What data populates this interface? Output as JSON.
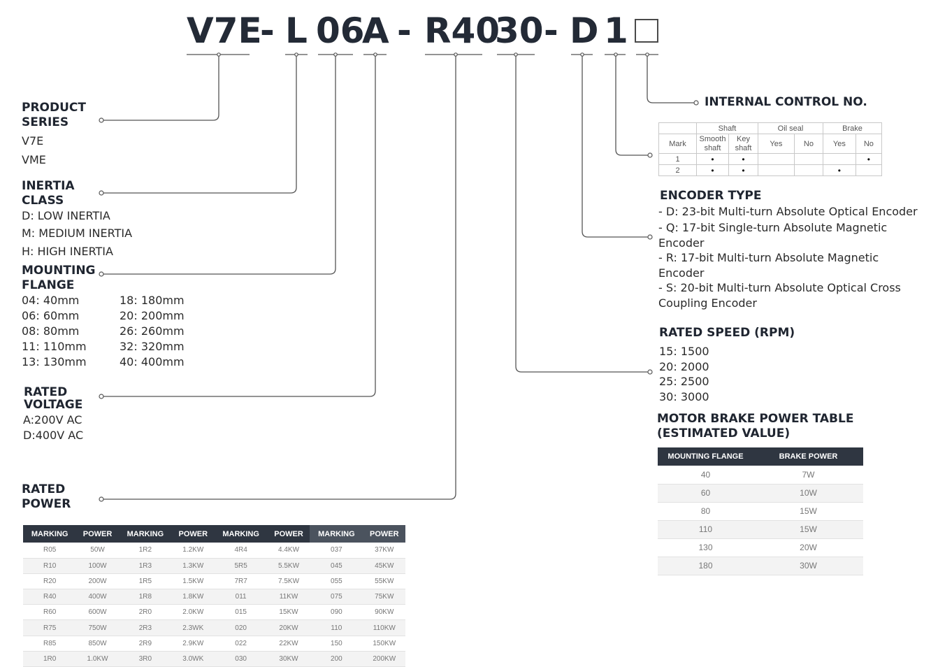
{
  "code": {
    "segments": [
      "V7E",
      "-",
      "L",
      "06",
      "A",
      "-",
      "R40",
      "30",
      "-",
      "D",
      "1"
    ]
  },
  "product_series": {
    "title": [
      "PRODUCT",
      "SERIES"
    ],
    "items": [
      "V7E",
      "VME"
    ]
  },
  "inertia_class": {
    "title": [
      "INERTIA",
      "CLASS"
    ],
    "items": [
      "D:   LOW INERTIA",
      "M:   MEDIUM INERTIA",
      "H:   HIGH INERTIA"
    ]
  },
  "mounting_flange": {
    "title": [
      "MOUNTING",
      "FLANGE"
    ],
    "col1": [
      "04:   40mm",
      "06:   60mm",
      "08:   80mm",
      "11:   110mm",
      "13:   130mm"
    ],
    "col2": [
      "18:   180mm",
      "20:   200mm",
      "26:   260mm",
      "32:   320mm",
      "40:   400mm"
    ]
  },
  "rated_voltage": {
    "title": [
      "RATED",
      "VOLTAGE"
    ],
    "items": [
      "A:200V AC",
      "D:400V AC"
    ]
  },
  "rated_power": {
    "title": [
      "RATED",
      "POWER"
    ],
    "headers": [
      "MARKING",
      "POWER",
      "MARKING",
      "POWER",
      "MARKING",
      "POWER",
      "MARKING",
      "POWER"
    ],
    "rows": [
      [
        "R05",
        "50W",
        "1R2",
        "1.2KW",
        "4R4",
        "4.4KW",
        "037",
        "37KW"
      ],
      [
        "R10",
        "100W",
        "1R3",
        "1.3KW",
        "5R5",
        "5.5KW",
        "045",
        "45KW"
      ],
      [
        "R20",
        "200W",
        "1R5",
        "1.5KW",
        "7R7",
        "7.5KW",
        "055",
        "55KW"
      ],
      [
        "R40",
        "400W",
        "1R8",
        "1.8KW",
        "011",
        "11KW",
        "075",
        "75KW"
      ],
      [
        "R60",
        "600W",
        "2R0",
        "2.0KW",
        "015",
        "15KW",
        "090",
        "90KW"
      ],
      [
        "R75",
        "750W",
        "2R3",
        "2.3WK",
        "020",
        "20KW",
        "110",
        "110KW"
      ],
      [
        "R85",
        "850W",
        "2R9",
        "2.9KW",
        "022",
        "22KW",
        "150",
        "150KW"
      ],
      [
        "1R0",
        "1.0KW",
        "3R0",
        "3.0WK",
        "030",
        "30KW",
        "200",
        "200KW"
      ]
    ]
  },
  "internal_control": {
    "title": "INTERNAL CONTROL NO."
  },
  "options_table": {
    "group_shaft": "Shaft",
    "group_oil": "Oil seal",
    "group_brake": "Brake",
    "mark": "Mark",
    "smooth": [
      "Smooth",
      "shaft"
    ],
    "key": [
      "Key",
      "shaft"
    ],
    "yes": "Yes",
    "no": "No",
    "dot": "•",
    "rows": [
      {
        "mark": "1",
        "cells": [
          "•",
          "•",
          "",
          "",
          "",
          "•"
        ]
      },
      {
        "mark": "2",
        "cells": [
          "•",
          "•",
          "",
          "",
          "•",
          ""
        ]
      }
    ]
  },
  "encoder_type": {
    "title": "ENCODER TYPE",
    "items": [
      "- D: 23-bit Multi-turn Absolute Optical Encoder",
      "- Q: 17-bit Single-turn Absolute Magnetic Encoder",
      "- R: 17-bit Multi-turn Absolute Magnetic Encoder",
      "- S: 20-bit Multi-turn Absolute Optical Cross Coupling Encoder"
    ]
  },
  "rated_speed": {
    "title": "RATED SPEED (RPM)",
    "items": [
      "15:   1500",
      "20:   2000",
      "25:   2500",
      "30:   3000"
    ]
  },
  "brake_table": {
    "title": [
      "MOTOR BRAKE POWER TABLE",
      "(ESTIMATED VALUE)"
    ],
    "headers": [
      "MOUNTING FLANGE",
      "BRAKE POWER"
    ],
    "rows": [
      [
        "40",
        "7W"
      ],
      [
        "60",
        "10W"
      ],
      [
        "80",
        "15W"
      ],
      [
        "110",
        "15W"
      ],
      [
        "130",
        "20W"
      ],
      [
        "180",
        "30W"
      ]
    ]
  },
  "colors": {
    "text": "#232a36",
    "header_bg": "#2f3641",
    "line": "#555555"
  }
}
